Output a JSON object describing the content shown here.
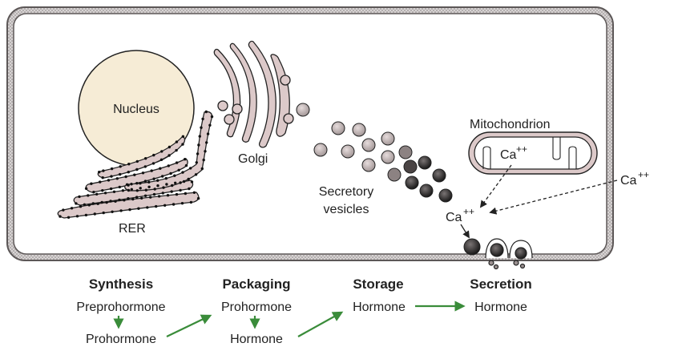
{
  "cell": {
    "nucleus_label": "Nucleus",
    "golgi_label": "Golgi",
    "rer_label": "RER",
    "vesicles_label_line1": "Secretory",
    "vesicles_label_line2": "vesicles",
    "mitochondrion_label": "Mitochondrion",
    "calcium_label": "Ca",
    "calcium_charge": "++"
  },
  "stages": [
    {
      "title": "Synthesis",
      "item_top": "Preprohormone",
      "item_bottom": "Prohormone"
    },
    {
      "title": "Packaging",
      "item_top": "Prohormone",
      "item_bottom": "Hormone"
    },
    {
      "title": "Storage",
      "item_top": "Hormone"
    },
    {
      "title": "Secretion",
      "item_top": "Hormone"
    }
  ],
  "colors": {
    "membrane": "#6f6a6a",
    "membrane_inner": "#c9c4c4",
    "nucleus_fill": "#f6ecd6",
    "organelle_fill": "#dcc9c9",
    "vesicle_light": "#c9bcbc",
    "vesicle_dark": "#1e1e1e",
    "arrow_green": "#3a8c3a",
    "text": "#222222"
  }
}
